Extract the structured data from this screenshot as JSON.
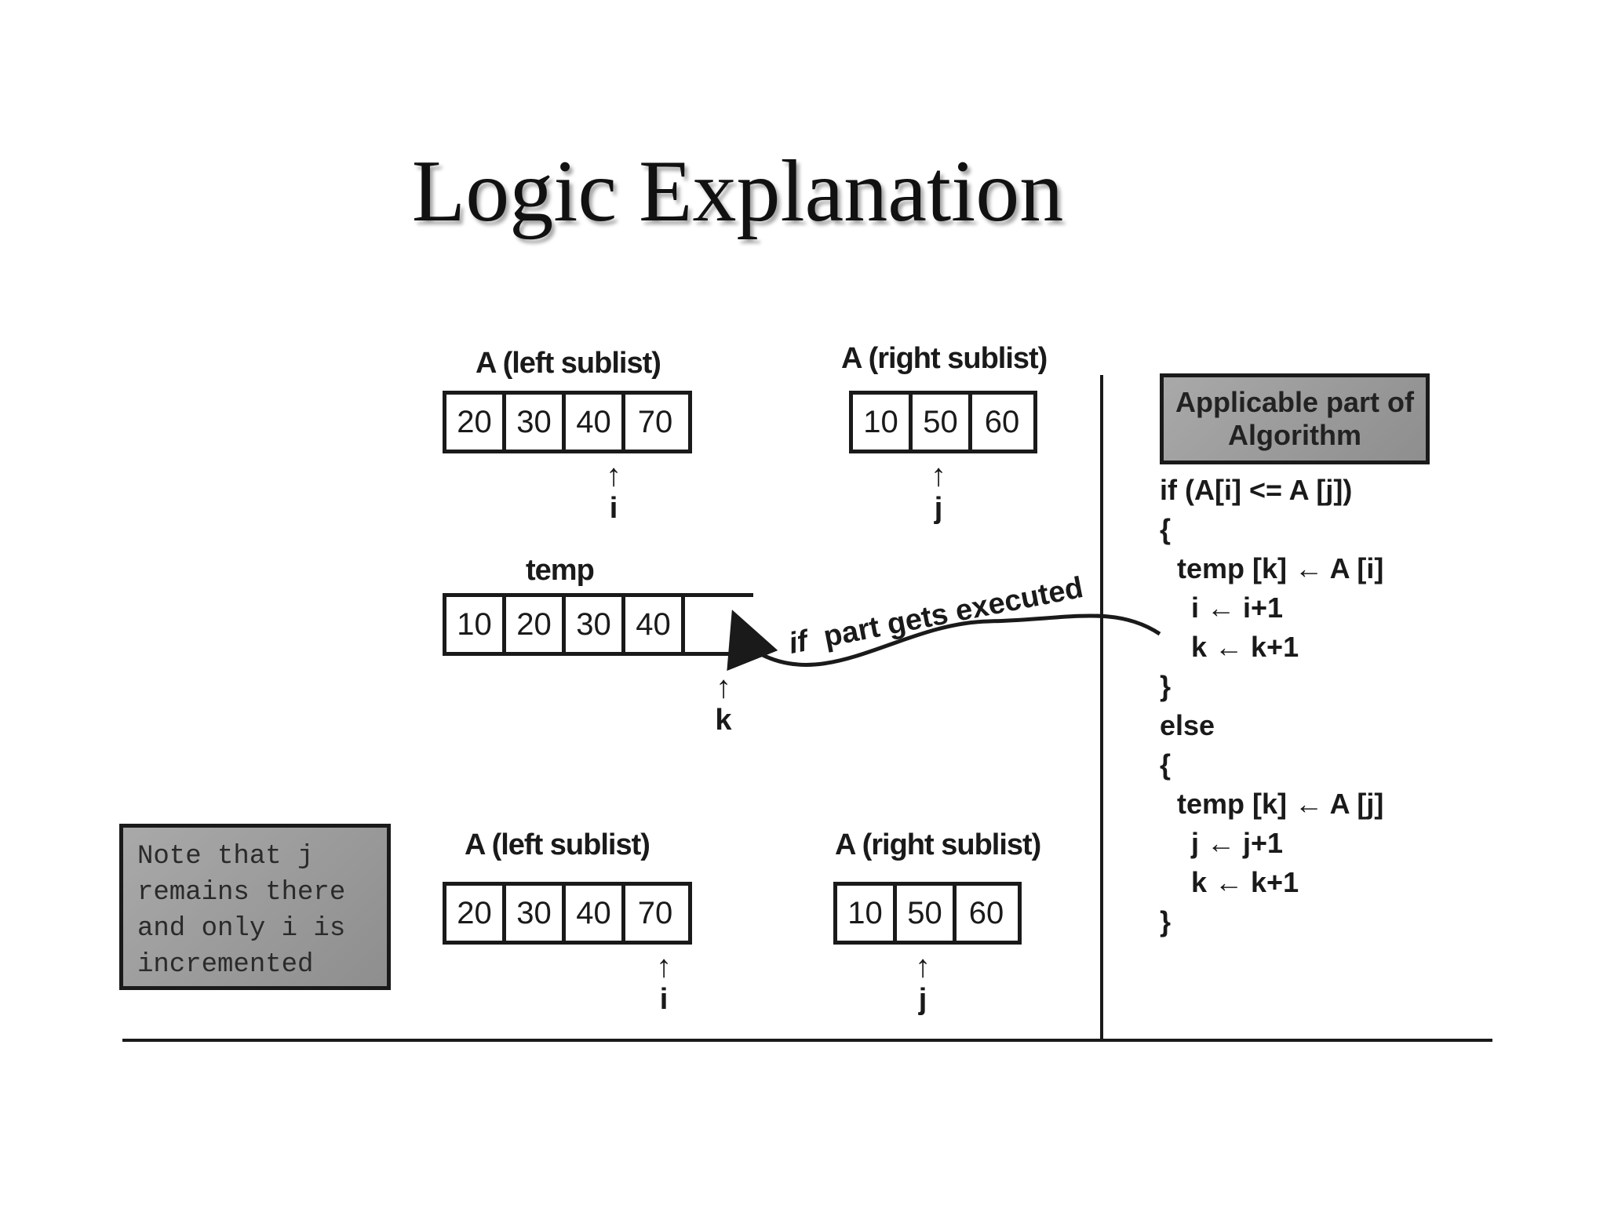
{
  "title": "Logic Explanation",
  "top": {
    "left_label": "A (left sublist)",
    "left_values": [
      "20",
      "30",
      "40",
      "70"
    ],
    "right_label": "A (right sublist)",
    "right_values": [
      "10",
      "50",
      "60"
    ],
    "pointer_i": "i",
    "pointer_j": "j"
  },
  "temp": {
    "label": "temp",
    "values": [
      "10",
      "20",
      "30",
      "40"
    ],
    "pointer_k": "k"
  },
  "arrow_text": {
    "if_word": "if",
    "rest": "part gets executed"
  },
  "bottom": {
    "left_label": "A (left sublist)",
    "left_values": [
      "20",
      "30",
      "40",
      "70"
    ],
    "right_label": "A (right sublist)",
    "right_values": [
      "10",
      "50",
      "60"
    ],
    "pointer_i": "i",
    "pointer_j": "j"
  },
  "note": {
    "lines": [
      "Note that j",
      "remains there",
      "and only i is",
      "incremented"
    ]
  },
  "algorithm": {
    "header_line1": "Applicable part of",
    "header_line2": "Algorithm",
    "code": [
      "if (A[i] <= A [j])",
      "{",
      "temp [k] ← A [i]",
      "i ← i+1",
      "k ← k+1",
      "}",
      "else",
      "{",
      "temp [k] ← A [j]",
      "j ← j+1",
      "k ← k+1",
      "}"
    ]
  }
}
